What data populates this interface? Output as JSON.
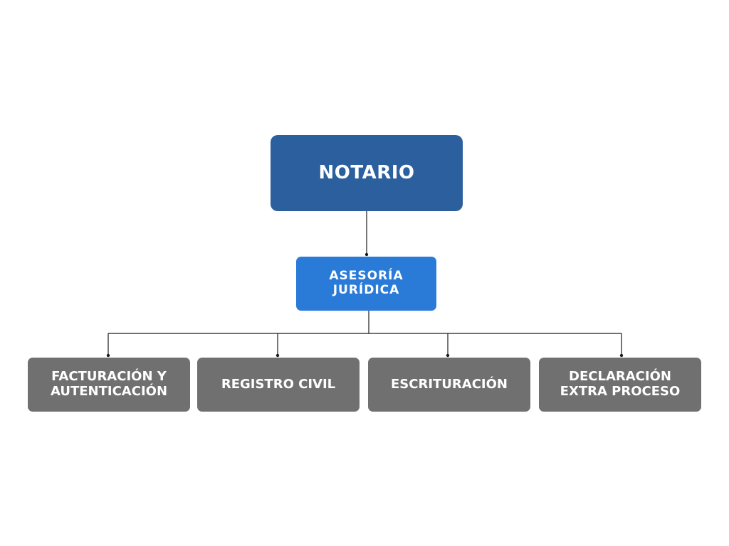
{
  "diagram": {
    "root": {
      "label": "NOTARIO"
    },
    "middle": {
      "label": "ASESORÍA JURÍDICA"
    },
    "leaves": [
      {
        "label": "FACTURACIÓN Y AUTENTICACIÓN"
      },
      {
        "label": "REGISTRO CIVIL"
      },
      {
        "label": "ESCRITURACIÓN"
      },
      {
        "label": "DECLARACIÓN EXTRA PROCESO"
      }
    ]
  },
  "colors": {
    "root_fill": "#2b5f9e",
    "middle_fill": "#2a7bd8",
    "leaf_fill": "#707070",
    "connector": "#1a1a1a",
    "text": "#ffffff"
  }
}
